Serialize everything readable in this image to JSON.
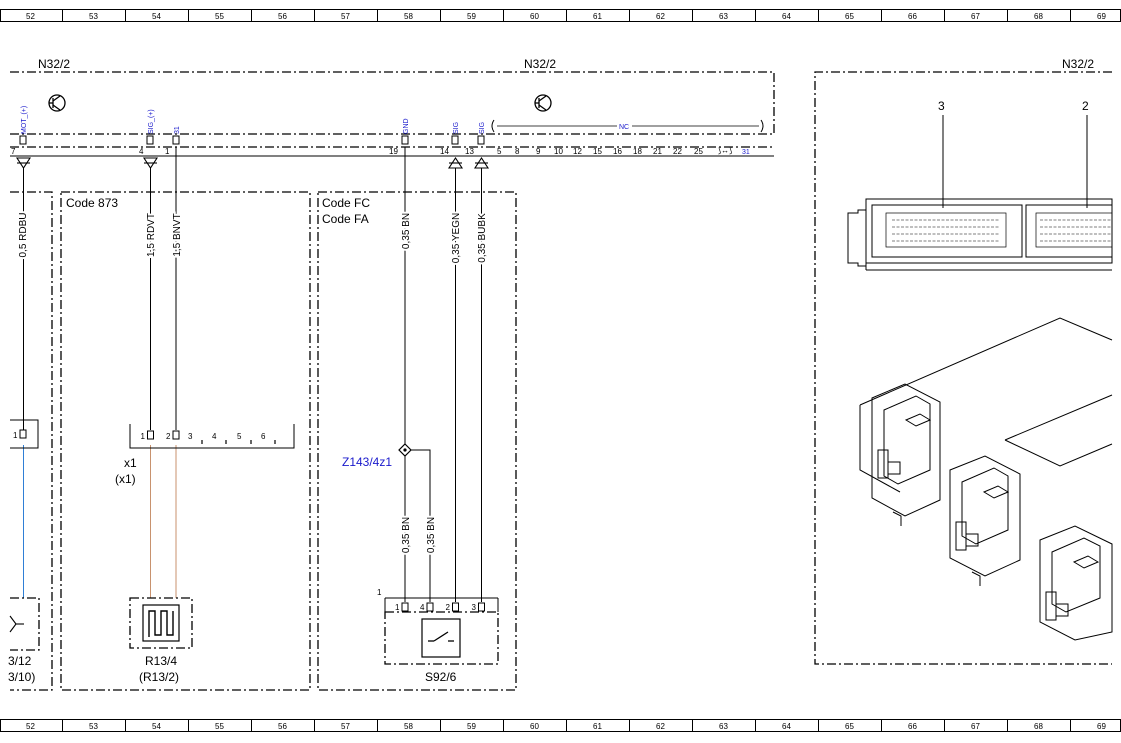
{
  "column_ruler": {
    "numbers": [
      "52",
      "53",
      "54",
      "55",
      "56",
      "57",
      "58",
      "59",
      "60",
      "61",
      "62",
      "63",
      "64",
      "65",
      "66",
      "67",
      "68",
      "69"
    ]
  },
  "module": {
    "name_left": "N32/2",
    "name_center": "N32/2",
    "name_right": "N32/2",
    "connector_3": "3",
    "connector_2": "2"
  },
  "pins_top": [
    {
      "signal": "MOT_(+)",
      "number": "7"
    },
    {
      "signal": "SIG_(+)",
      "number": "4"
    },
    {
      "signal": "31",
      "number": "1"
    },
    {
      "signal": "GND",
      "number": "19"
    },
    {
      "signal": "SIG",
      "number": "14"
    },
    {
      "signal": "SIG",
      "number": "13"
    }
  ],
  "nc_group": {
    "label": "NC",
    "pins": [
      "5",
      "8",
      "9",
      "10",
      "12",
      "15",
      "16",
      "18",
      "21",
      "22",
      "25"
    ],
    "ground_pin": "31"
  },
  "codes": {
    "code_873": "Code 873",
    "code_fc": "Code FC",
    "code_fa": "Code FA"
  },
  "wires": {
    "rdbu": "0,5 RDBU",
    "rdvt": "1,5 RDVT",
    "bnvt": "1,5 BNVT",
    "bn_top": "0,35 BN",
    "yegn": "0,35 YEGN",
    "bubk": "0,35 BUBK",
    "bn_bottom_a": "0,35 BN",
    "bn_bottom_b": "0,35 BN"
  },
  "components": {
    "left_pin": "1",
    "left_label_a": "3/12",
    "left_label_b": "3/10)",
    "x1_label": "x1",
    "x1_alt": "(x1)",
    "x1_pins": [
      "1",
      "2",
      "3",
      "4",
      "5",
      "6"
    ],
    "splice": "Z143/4z1",
    "r13_label": "R13/4",
    "r13_alt": "(R13/2)",
    "s92_label": "S92/6",
    "s92_ref": "1",
    "s92_pins": [
      "1",
      "4",
      "2",
      "3"
    ]
  },
  "colors": {
    "line": "#000000",
    "signal_blue": "#1a1acc",
    "wire_blue": "#2f7fd6",
    "wire_brown": "#c8926e"
  }
}
